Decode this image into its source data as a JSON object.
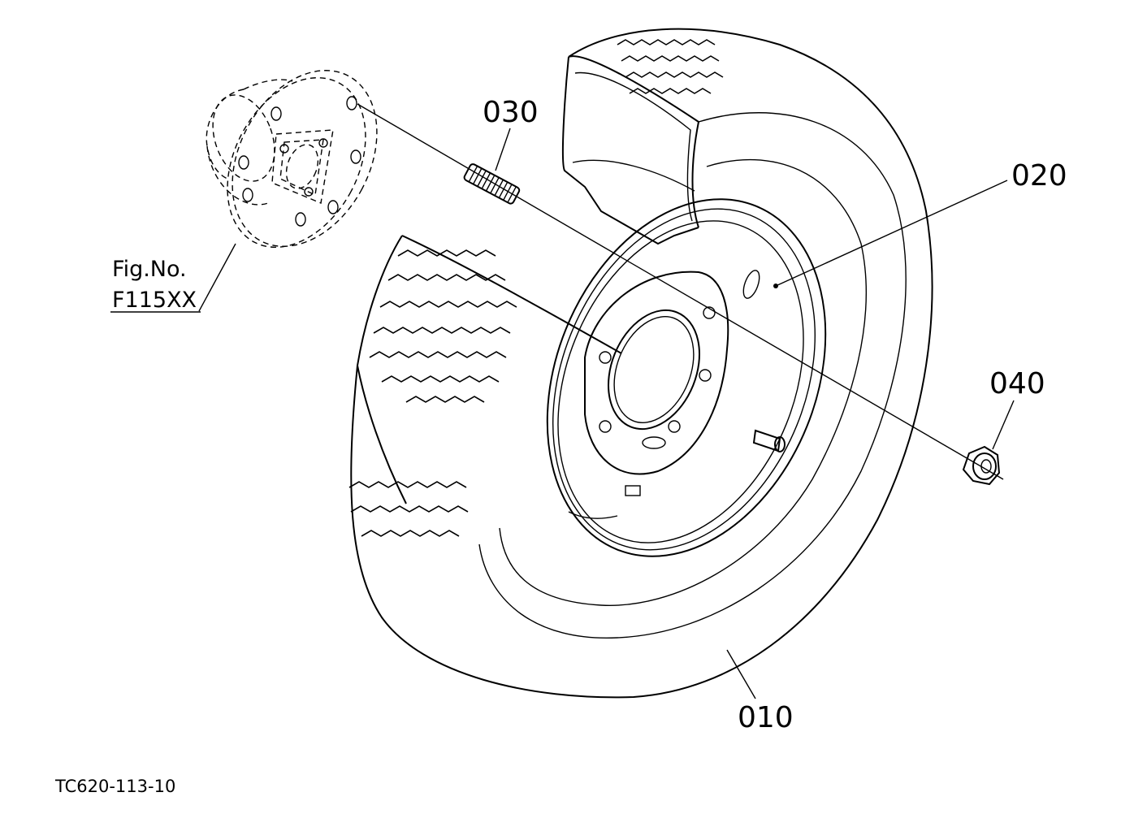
{
  "callouts": {
    "p010": "010",
    "p020": "020",
    "p030": "030",
    "p040": "040"
  },
  "figure_reference": {
    "line1": "Fig.No.",
    "line2": "F115XX"
  },
  "drawing_id": "TC620-113-10",
  "icons": [
    "wheel-hub-icon",
    "tire-icon",
    "wheel-rim-icon",
    "stud-bolt-icon",
    "hex-nut-icon",
    "valve-stem-icon"
  ],
  "colors": {
    "ink": "#000000",
    "paper": "#ffffff"
  }
}
